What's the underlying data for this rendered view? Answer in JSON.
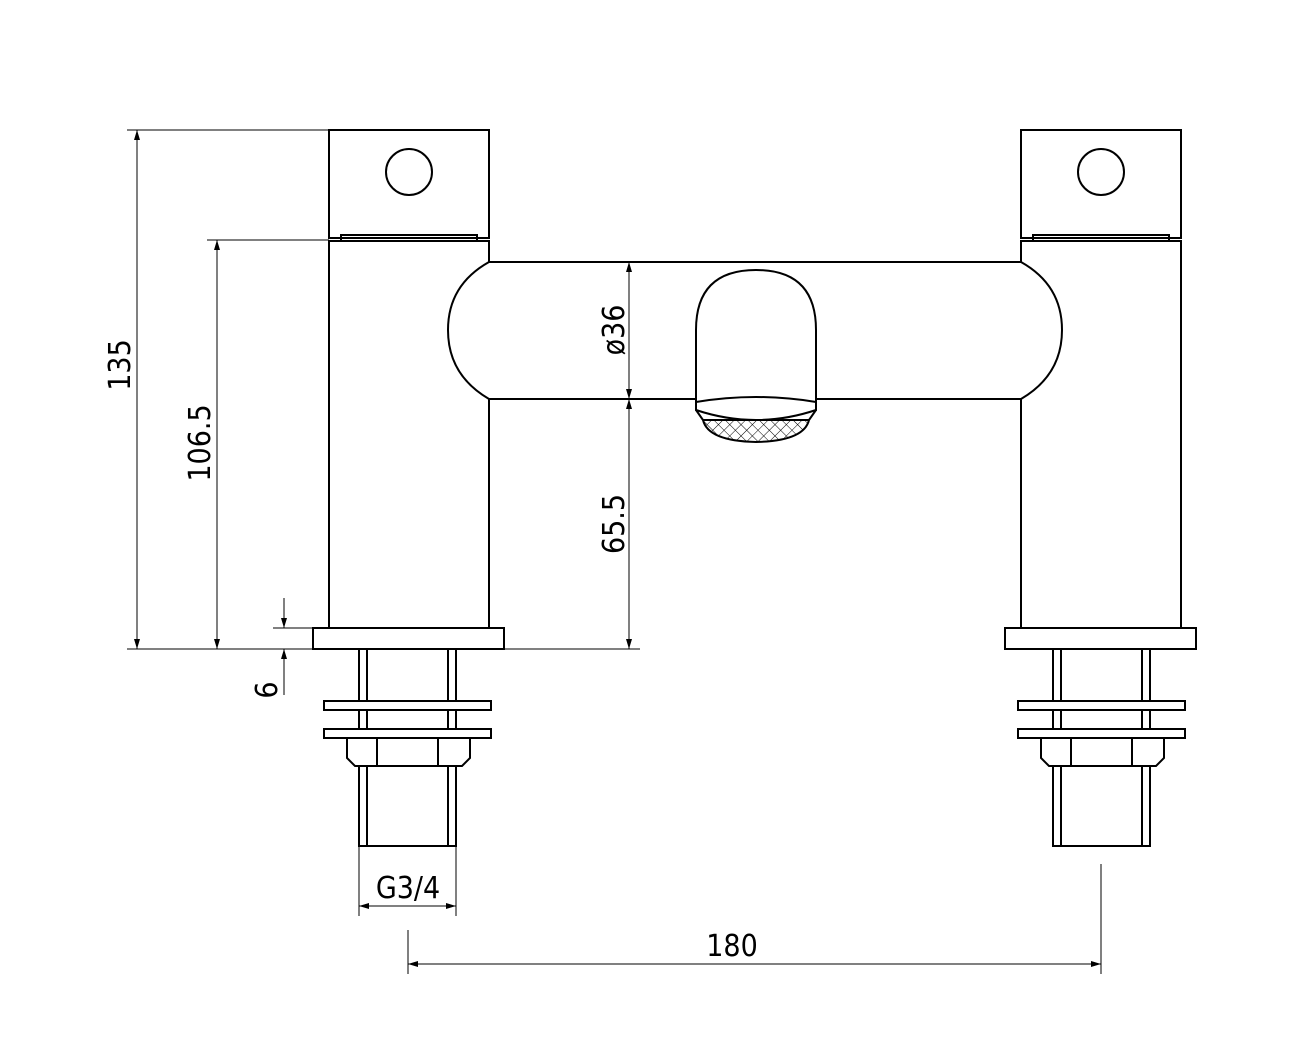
{
  "dimensions": {
    "overall_height": "135",
    "body_height": "106.5",
    "base_thickness": "6",
    "spout_diameter": "ø36",
    "spout_clearance": "65.5",
    "thread": "G3/4",
    "centres": "180"
  },
  "colors": {
    "line": "#000000",
    "background": "#ffffff"
  }
}
